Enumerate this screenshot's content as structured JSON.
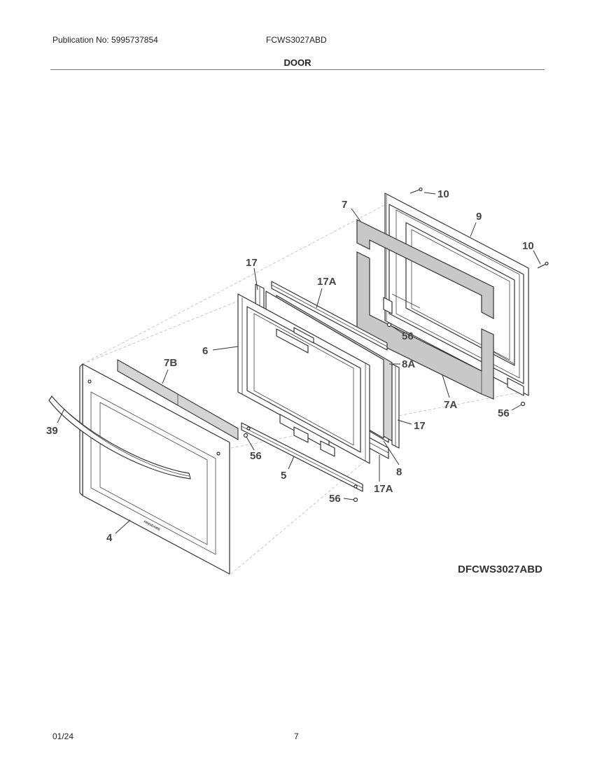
{
  "header": {
    "publication": "Publication No: 5995737854",
    "model": "FCWS3027ABD",
    "section": "DOOR"
  },
  "diagram": {
    "code": "DFCWS3027ABD",
    "door_brand": "FRIGIDAIRE",
    "callouts": {
      "c10a": "10",
      "c7": "7",
      "c9": "9",
      "c10b": "10",
      "c17a": "17",
      "c17Aa": "17A",
      "c56a": "56",
      "c6": "6",
      "c7B": "7B",
      "c8A": "8A",
      "c7A": "7A",
      "c56b": "56",
      "c39": "39",
      "c17b": "17",
      "c56c": "56",
      "c8": "8",
      "c5": "5",
      "c17Ab": "17A",
      "c56d": "56",
      "c4": "4"
    }
  },
  "footer": {
    "date": "01/24",
    "page": "7"
  }
}
